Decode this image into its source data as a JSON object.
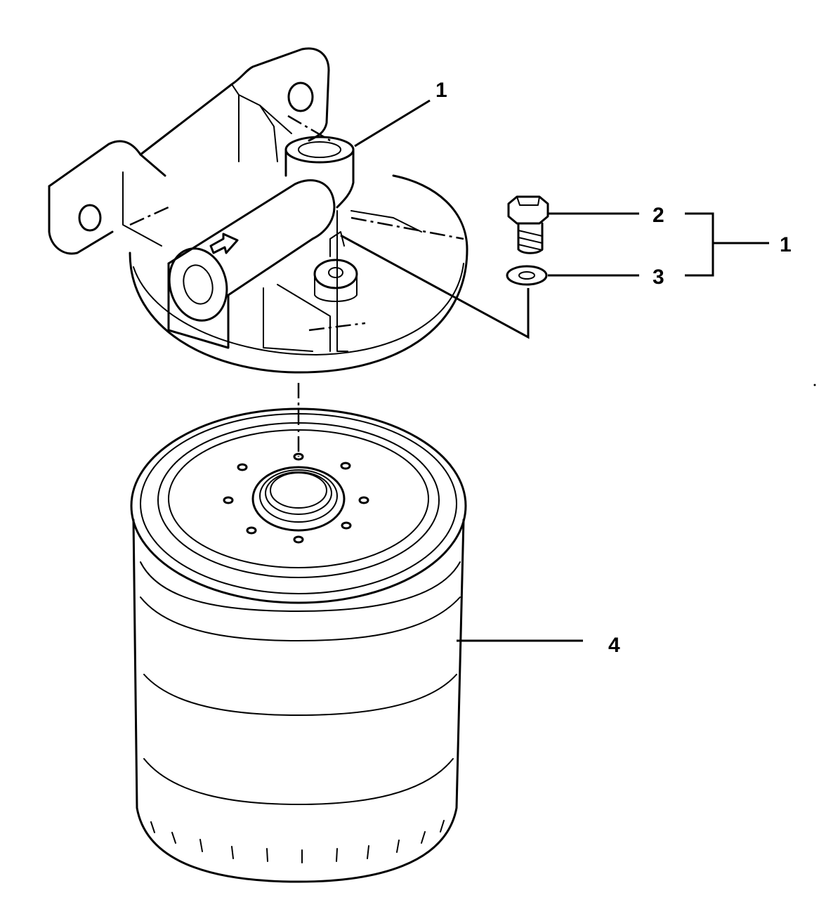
{
  "callouts": [
    {
      "id": "filter-head",
      "label": "1"
    },
    {
      "id": "bolt",
      "label": "2"
    },
    {
      "id": "washer",
      "label": "3"
    },
    {
      "id": "assembly",
      "label": "1"
    },
    {
      "id": "filter-element",
      "label": "4"
    }
  ],
  "colors": {
    "line": "#000000",
    "background": "#ffffff"
  }
}
